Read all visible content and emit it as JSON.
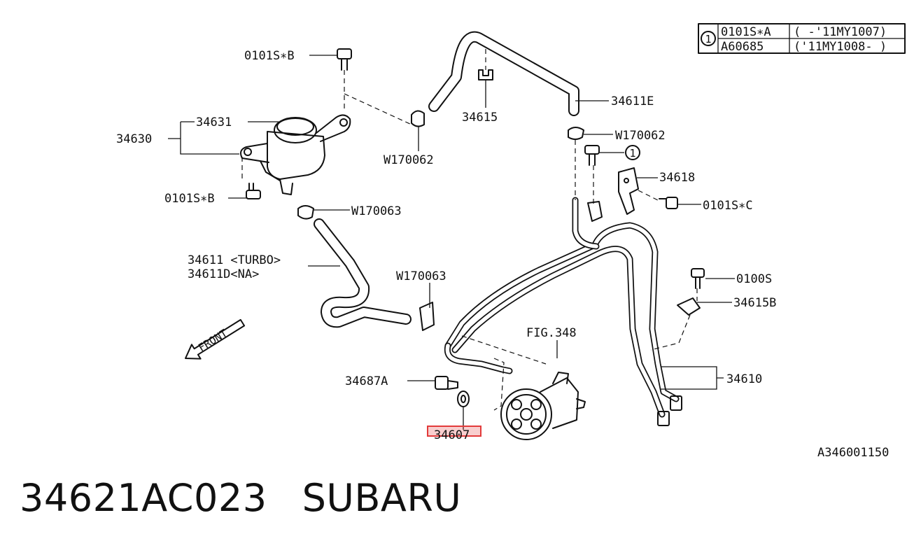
{
  "callouts": {
    "c1": "0101S∗B",
    "c2": "34631",
    "c3": "34630",
    "c4": "0101S∗B",
    "c5": "W170062",
    "c6": "34615",
    "c7": "34611E",
    "c8": "W170062",
    "c9": "34618",
    "c10": "0101S∗C",
    "c11": "W170063",
    "c12": "34611 <TURBO>",
    "c13": "34611D<NA>",
    "c14": "W170063",
    "c15": "0100S",
    "c16": "34615B",
    "c17": "FIG.348",
    "c18": "34687A",
    "c19": "34610",
    "c20": "34607",
    "front": "FRONT",
    "ref_marker": "1"
  },
  "legend": {
    "marker": "1",
    "rows": [
      {
        "part": "0101S∗A",
        "range": "( -'11MY1007)"
      },
      {
        "part": "A60685",
        "range": "('11MY1008- )"
      }
    ]
  },
  "diagram_code": "A346001150",
  "caption": {
    "part_number": "34621AC023",
    "brand": "SUBARU"
  },
  "highlight_color": "#e23a3a"
}
